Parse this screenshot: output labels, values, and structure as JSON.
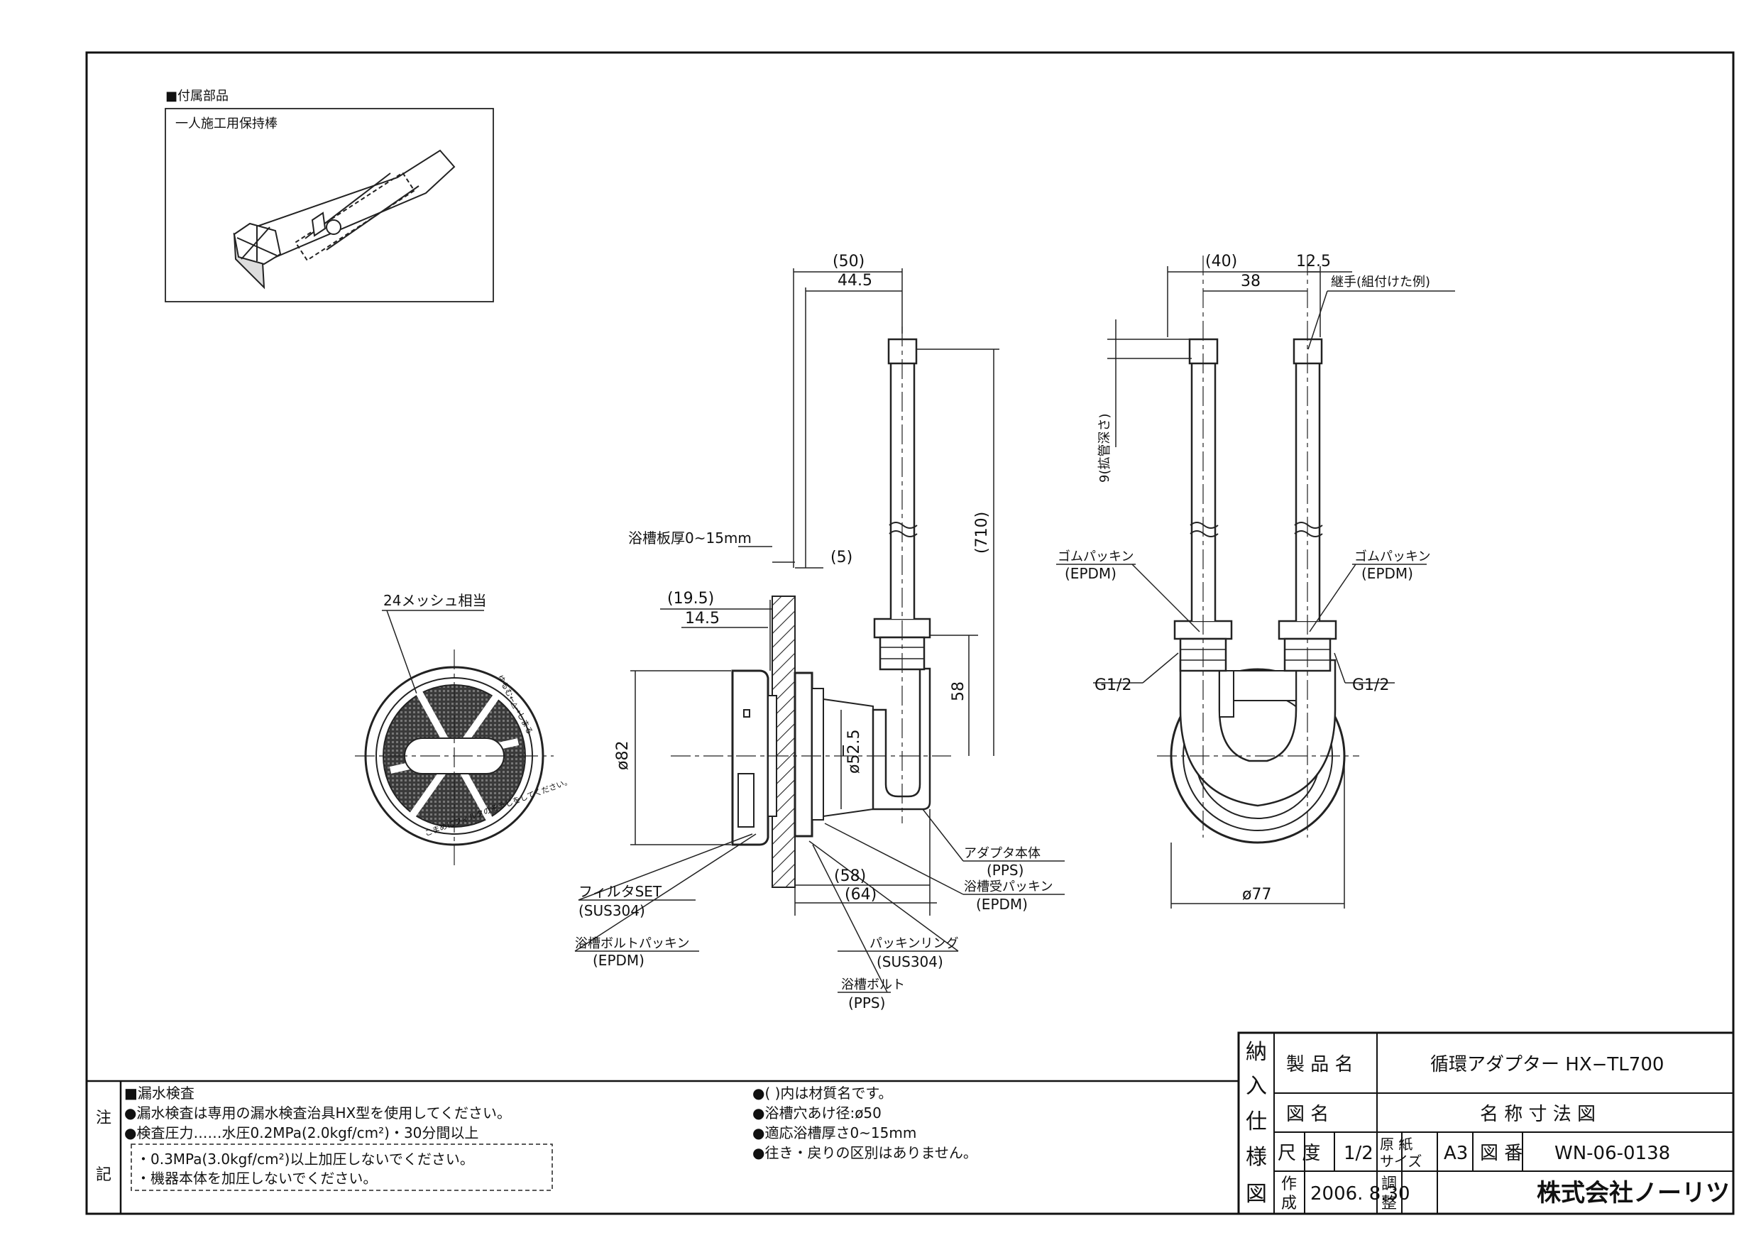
{
  "accessory": {
    "heading": "■付属部品",
    "item": "一人施工用保持棒"
  },
  "filter_view": {
    "mesh_label": "24メッシュ相当",
    "ring_text_top": "ゆるむ←△→しまる",
    "ring_text_bottom": "こまめにフィルタのそうじをしてください。"
  },
  "side_view": {
    "dim_50": "(50)",
    "dim_44_5": "44.5",
    "dim_710": "(710)",
    "dim_58": "58",
    "dim_5": "(5)",
    "dim_19_5": "(19.5)",
    "dim_14_5": "14.5",
    "dim_d82": "ø82",
    "dim_d52_5": "ø52.5",
    "dim_58b": "(58)",
    "dim_64": "(64)",
    "bath_thickness": "浴槽板厚0~15mm",
    "filter_set": "フィルタSET",
    "filter_set_mat": "(SUS304)",
    "bolt_packing": "浴槽ボルトパッキン",
    "bolt_packing_mat": "(EPDM)",
    "packing_ring": "パッキンリング",
    "packing_ring_mat": "(SUS304)",
    "bath_bolt": "浴槽ボルト",
    "bath_bolt_mat": "(PPS)",
    "adapter_body": "アダプタ本体",
    "adapter_body_mat": "(PPS)",
    "receiver_packing": "浴槽受パッキン",
    "receiver_packing_mat": "(EPDM)"
  },
  "front_view": {
    "dim_40": "(40)",
    "dim_12_5": "12.5",
    "dim_38": "38",
    "joint": "継手(組付けた例)",
    "depth": "9(拡管深さ)",
    "rubber_packing_l": "ゴムパッキン",
    "rubber_packing_l_mat": "(EPDM)",
    "rubber_packing_r": "ゴムパッキン",
    "rubber_packing_r_mat": "(EPDM)",
    "thread_l": "G1/2",
    "thread_r": "G1/2",
    "dim_d77": "ø77"
  },
  "notes": {
    "side_label_1": "注",
    "side_label_2": "記",
    "leak_heading": "■漏水検査",
    "leak_1": "●漏水検査は専用の漏水検査治具HX型を使用してください。",
    "leak_2": "●検査圧力‥‥‥水圧0.2MPa(2.0kgf/cm²)・30分間以上",
    "boxed_1": "・0.3MPa(3.0kgf/cm²)以上加圧しないでください。",
    "boxed_2": "・機器本体を加圧しないでください。",
    "note_1": "●(    )内は材質名です。",
    "note_2": "●浴槽穴あけ径:ø50",
    "note_3": "●適応浴槽厚さ0~15mm",
    "note_4": "●往き・戻りの区別はありません。"
  },
  "title_block": {
    "side": [
      "納",
      "入",
      "仕",
      "様",
      "図"
    ],
    "product_label": "製 品 名",
    "product_value": "循環アダプター  HX−TL700",
    "drawing_label": "図      名",
    "drawing_value": "名 称 寸 法 図",
    "scale_label": "尺 度",
    "scale_value": "1/2",
    "paper_label_1": "原 紙",
    "paper_label_2": "サイズ",
    "paper_value": "A3",
    "number_label": "図 番",
    "number_value": "WN-06-0138",
    "made_label_1": "作",
    "made_label_2": "成",
    "made_value": "2006. 8.30",
    "adjust_label_1": "調",
    "adjust_label_2": "整",
    "company": "株式会社ノーリツ"
  }
}
